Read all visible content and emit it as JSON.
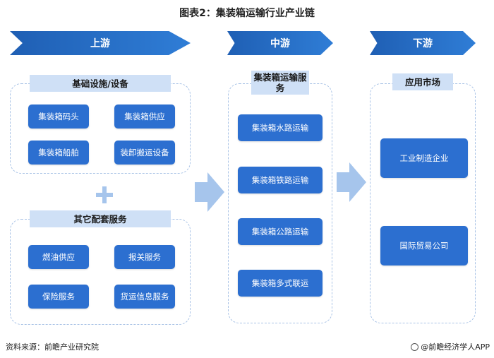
{
  "title": "图表2：集装箱运输行业产业链",
  "stages": {
    "upstream": "上游",
    "midstream": "中游",
    "downstream": "下游"
  },
  "upstream": {
    "group1": {
      "header": "基础设施/设备",
      "items": [
        "集装箱码头",
        "集装箱供应",
        "集装箱船舶",
        "装卸搬运设备"
      ]
    },
    "group2": {
      "header": "其它配套服务",
      "items": [
        "燃油供应",
        "报关服务",
        "保险服务",
        "货运信息服务"
      ]
    }
  },
  "midstream": {
    "header": "集装箱运输服务",
    "items": [
      "集装箱水路运输",
      "集装箱铁路运输",
      "集装箱公路运输",
      "集装箱多式联运"
    ]
  },
  "downstream": {
    "header": "应用市场",
    "items": [
      "工业制造企业",
      "国际贸易公司"
    ]
  },
  "footer": {
    "source": "资料来源：前瞻产业研究院",
    "brand": "@前瞻经济学人APP"
  },
  "colors": {
    "chevron": "#2f7dd6",
    "box": "#2c6fd0",
    "header_bg": "#cfe0f6",
    "dashed_border": "#a9c3e6",
    "arrow": "#a6c5ec"
  }
}
